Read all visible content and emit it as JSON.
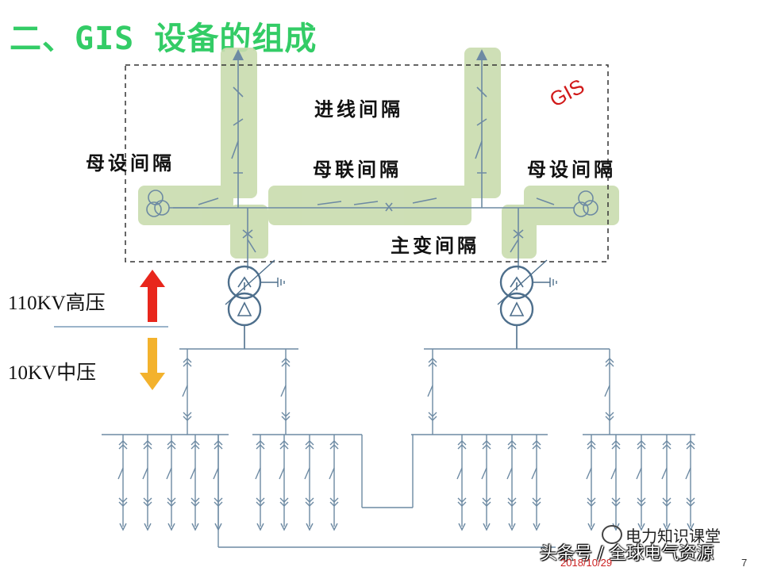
{
  "slide": {
    "title": "二、GIS 设备的组成",
    "gis_tag": "GIS",
    "labels": {
      "incoming_bay": "进线间隔",
      "bus_bay_left": "母设间隔",
      "bus_tie_bay": "母联间隔",
      "bus_bay_right": "母设间隔",
      "transformer_bay": "主变间隔"
    },
    "voltage": {
      "high": "110KV高压",
      "medium": "10KV中压"
    },
    "watermark": {
      "channel": "电力知识课堂",
      "source": "头条号 / 全球电气资源"
    },
    "date": "2018/10/29",
    "page_number": "7"
  },
  "colors": {
    "title_green": "#33cc66",
    "bay_highlight": "#c9dcae",
    "line": "#5f7f98",
    "arrow_up": "#e8261c",
    "arrow_down": "#f3b22d",
    "gis_red": "#d11a1a"
  }
}
